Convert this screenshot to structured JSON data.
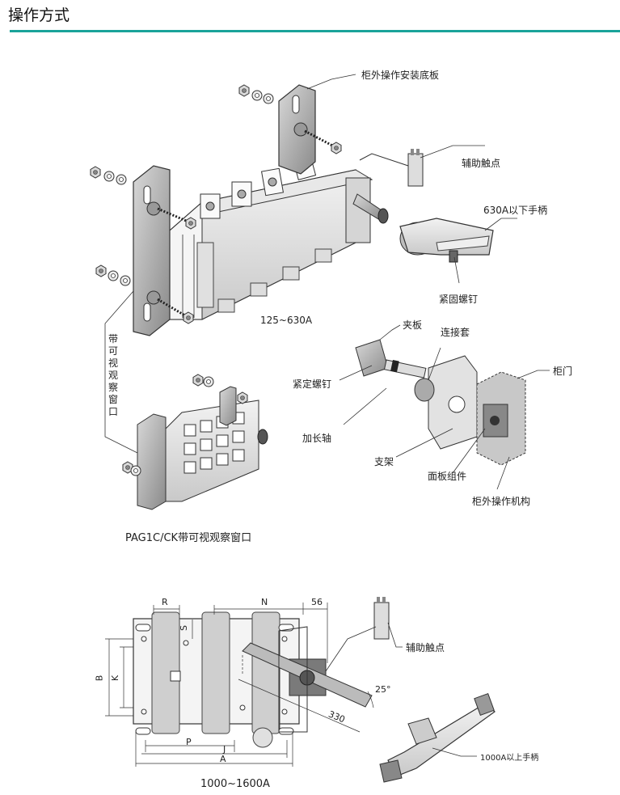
{
  "header": {
    "title": "操作方式",
    "accent_color": "#1aa39a"
  },
  "figure1": {
    "labels": {
      "mounting_plate": "柜外操作安装底板",
      "aux_contact": "辅助触点",
      "handle_630": "630A以下手柄",
      "fixing_screw": "紧固螺钉",
      "rating": "125~630A",
      "clamp": "夹板",
      "coupling": "连接套",
      "cabinet_door": "柜门",
      "set_screw": "紧定螺钉",
      "extension_shaft": "加长轴",
      "bracket": "支架",
      "panel_assembly": "面板组件",
      "external_mechanism": "柜外操作机构",
      "window_vertical": "带可视观察窗口"
    },
    "caption": "PAG1C/CK带可视观察窗口"
  },
  "figure2": {
    "dims": {
      "R": "R",
      "N": "N",
      "d56": "56",
      "S": "S",
      "B": "B",
      "K": "K",
      "angle": "25°",
      "d330": "330",
      "P": "P",
      "J": "J",
      "A": "A"
    },
    "aux_contact": "辅助触点",
    "handle_1000": "1000A以上手柄",
    "caption": "1000~1600A"
  }
}
